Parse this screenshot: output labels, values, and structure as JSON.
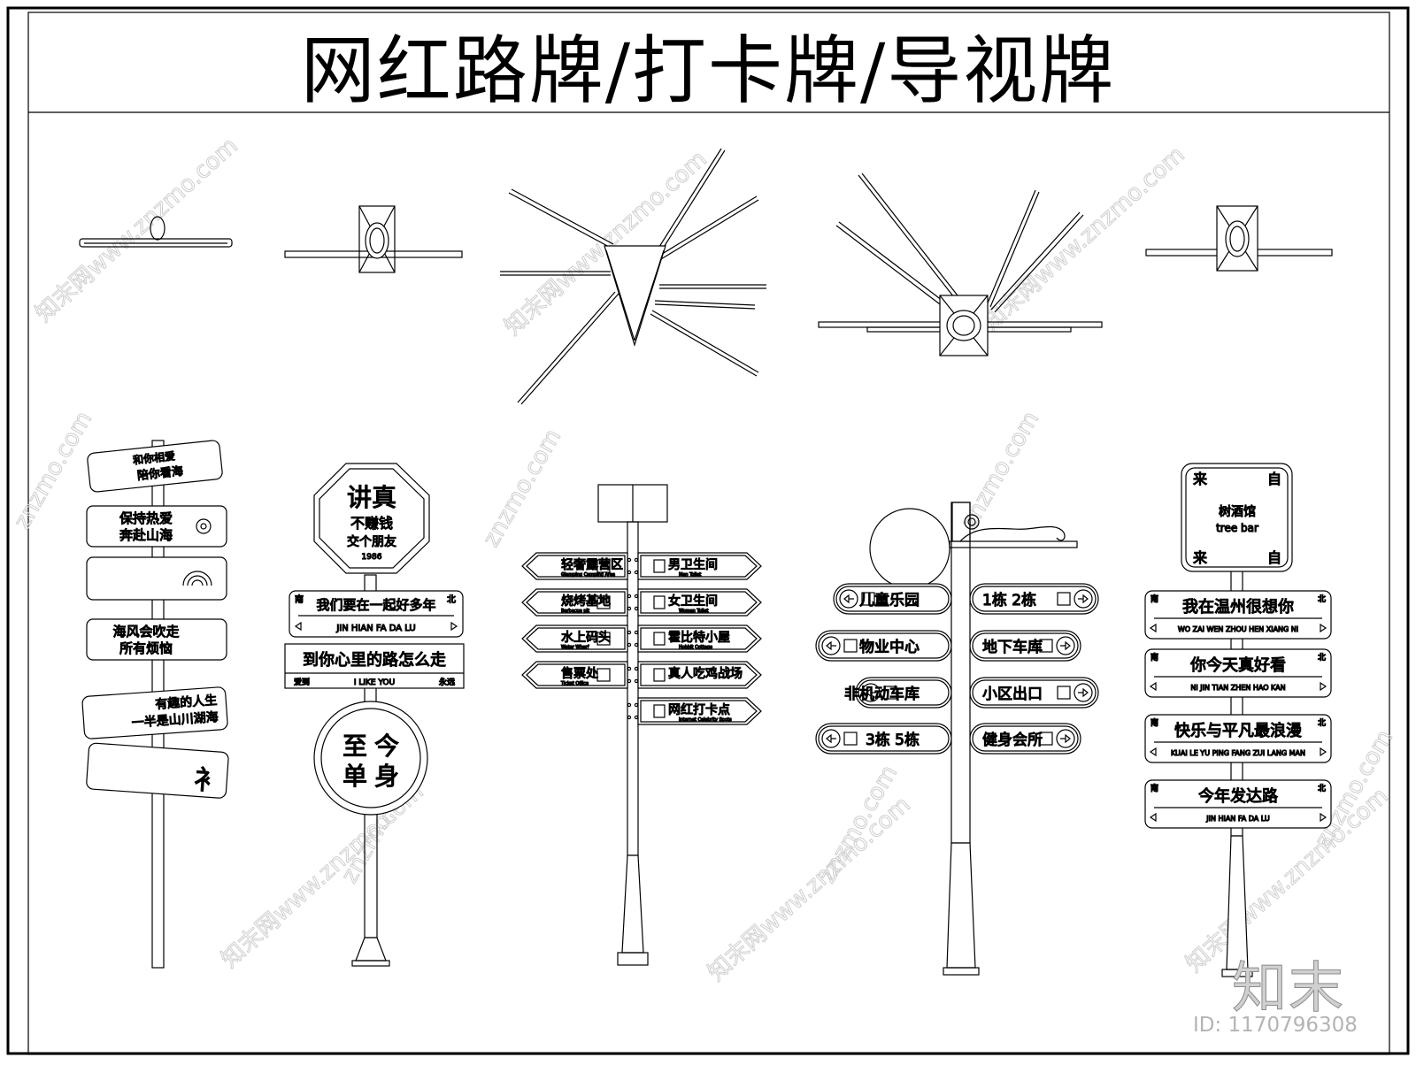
{
  "title": "网红路牌/打卡牌/导视牌",
  "watermark": {
    "site": "znzmo.com",
    "brand": "知末网www.znzmo.com"
  },
  "logo": "知末",
  "image_id": "ID: 1170796308",
  "sign1": {
    "board1": [
      "和你相爱",
      "陪你看海"
    ],
    "board2": [
      "保持热爱",
      "奔赴山海"
    ],
    "board4": [
      "海风会吹走",
      "所有烦恼"
    ],
    "board5": [
      "有趣的人生",
      "一半是山川湖海"
    ],
    "board6_mark": "衤"
  },
  "sign2": {
    "octagon": {
      "top": "讲真",
      "l2": "不赚钱",
      "l3": "交个朋友",
      "year": "1986"
    },
    "board1": {
      "dir_left": "南",
      "dir_right": "北",
      "main": "我们要在一起好多年",
      "sub": "JIN HIAN FA DA LU"
    },
    "board2": {
      "main": "到你心里的路怎么走",
      "left": "爱到",
      "center": "I LIKE YOU",
      "right": "永远"
    },
    "circle": {
      "tl": "至",
      "tr": "今",
      "bl": "单",
      "br": "身"
    }
  },
  "sign3": {
    "left": [
      {
        "zh": "轻奢露营区",
        "en": "Glamping Camping Area"
      },
      {
        "zh": "烧烤基地",
        "en": "Barbecue pit"
      },
      {
        "zh": "水上码头",
        "en": "Water Wharf"
      },
      {
        "zh": "售票处",
        "en": "Ticket Office"
      }
    ],
    "right": [
      {
        "zh": "男卫生间",
        "en": "Man Toilet"
      },
      {
        "zh": "女卫生间",
        "en": "Woman Toilet"
      },
      {
        "zh": "霍比特小屋",
        "en": "Hobbit Cottage"
      },
      {
        "zh": "真人吃鸡战场",
        "en": ""
      },
      {
        "zh": "网红打卡点",
        "en": "Internet Celebrity Spots"
      }
    ]
  },
  "sign4": {
    "left": [
      "儿童乐园",
      "物业中心",
      "非机动车库",
      "3栋 5栋"
    ],
    "right": [
      "1栋 2栋",
      "地下车库",
      "小区出口",
      "健身会所"
    ]
  },
  "sign5": {
    "top": {
      "tl": "来",
      "tr": "自",
      "bl": "来",
      "br": "自",
      "name": "树酒馆",
      "en": "tree bar"
    },
    "boards": [
      {
        "dir_left": "南",
        "dir_right": "北",
        "main": "我在温州很想你",
        "sub": "WO ZAI WEN ZHOU HEN XIANG NI"
      },
      {
        "dir_left": "南",
        "dir_right": "北",
        "main": "你今天真好看",
        "sub": "NI JIN TIAN ZHEN HAO KAN"
      },
      {
        "dir_left": "南",
        "dir_right": "北",
        "main": "快乐与平凡最浪漫",
        "sub": "KUAI LE YU PING FANG ZUI LANG MAN"
      },
      {
        "dir_left": "南",
        "dir_right": "北",
        "main": "今年发达路",
        "sub": "JIN HIAN FA DA LU"
      }
    ]
  }
}
